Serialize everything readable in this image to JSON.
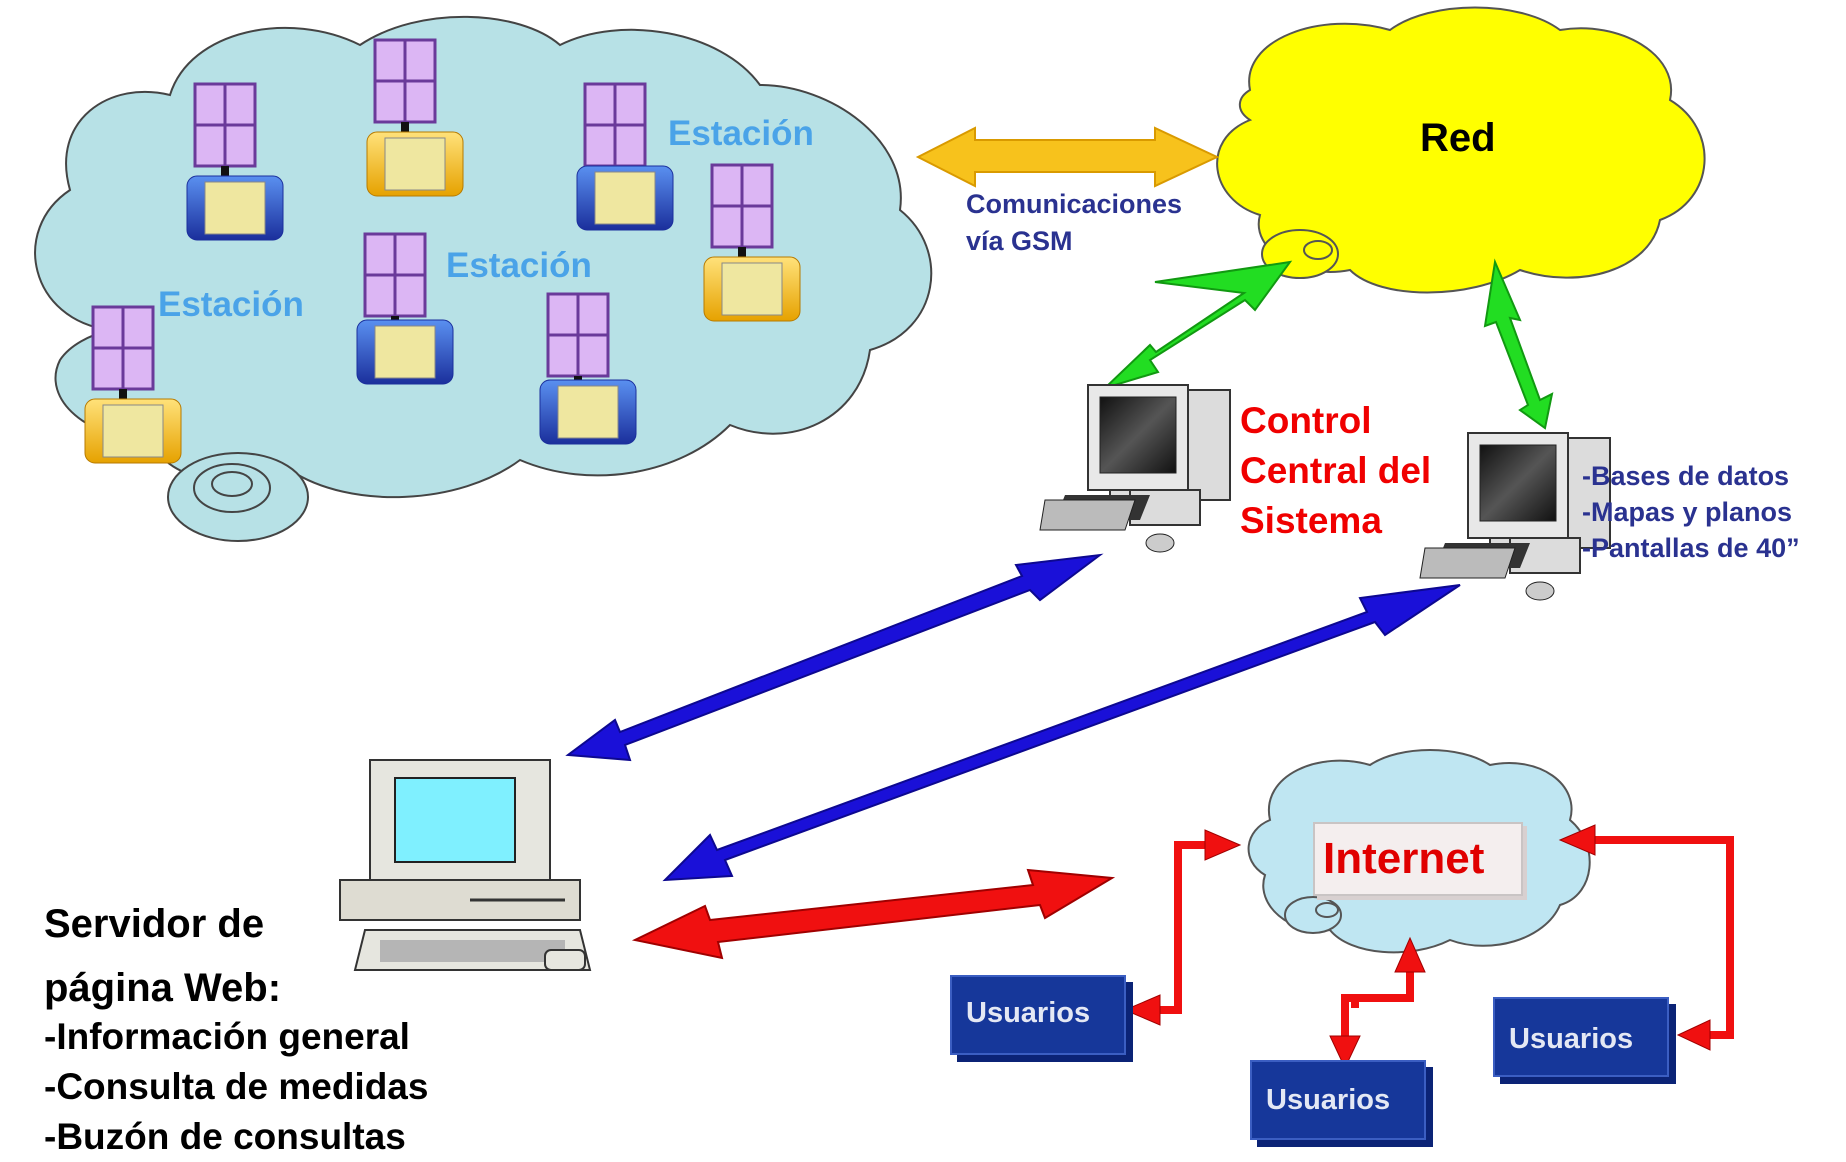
{
  "diagram": {
    "station_labels": [
      "Estación",
      "Estación",
      "Estación"
    ],
    "gsm_label": [
      "Comunicaciones",
      "vía GSM"
    ],
    "red_label": "Red",
    "control_label": [
      "Control",
      "Central del",
      "Sistema"
    ],
    "workstation_items": [
      "-Bases de datos",
      "-Mapas y planos",
      "-Pantallas de 40”"
    ],
    "server_title": [
      "Servidor de",
      "página Web:"
    ],
    "server_items": [
      "-Información general",
      "-Consulta de medidas",
      "-Buzón de consultas"
    ],
    "internet_label": "Internet",
    "users_labels": [
      "Usuarios",
      "Usuarios",
      "Usuarios"
    ],
    "colors": {
      "station_cloud": "#b7e1e6",
      "red_cloud": "#ffff00",
      "internet_cloud": "#bfe6f2",
      "gsm_arrow": "#f7c21c",
      "network_arrow": "#22dd22",
      "link_arrow": "#1a10d8",
      "web_arrow": "#f01010",
      "users_box": "#16379a"
    }
  }
}
